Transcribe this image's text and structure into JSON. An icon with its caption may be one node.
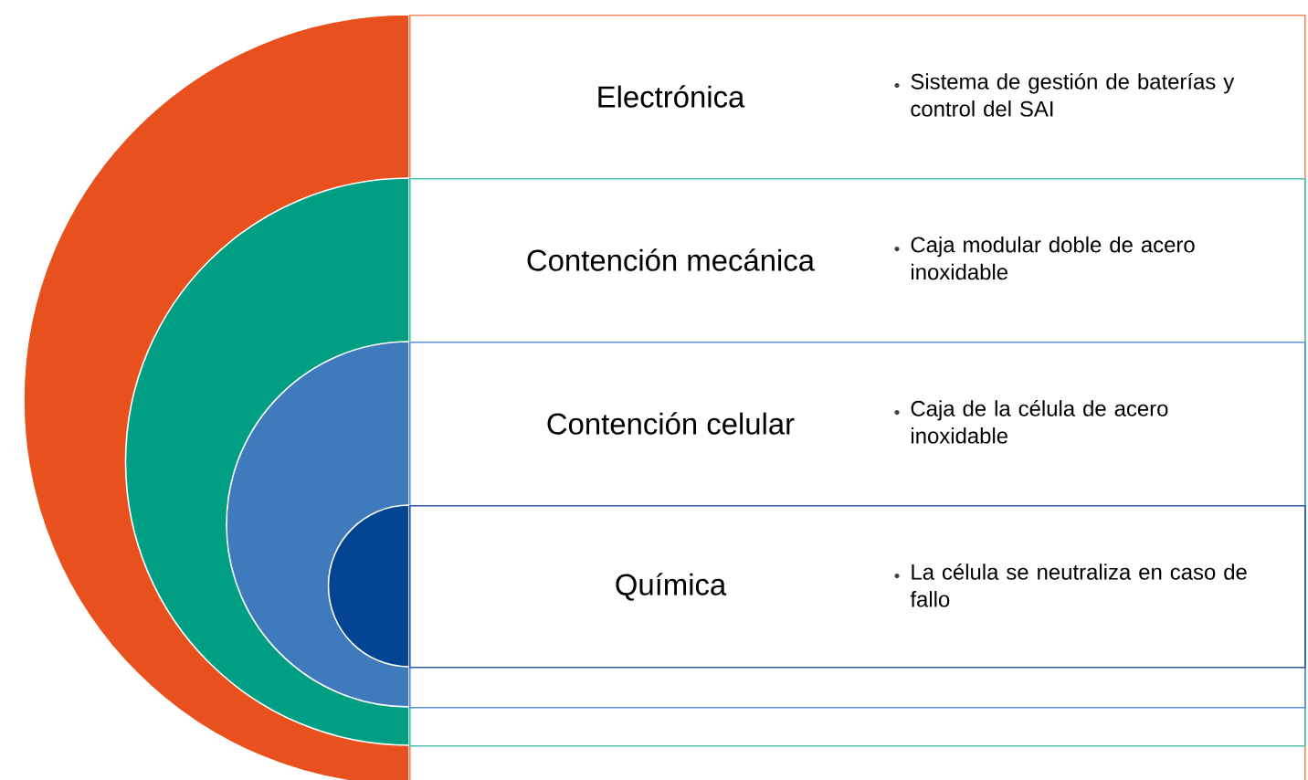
{
  "diagram": {
    "nodes": [
      {
        "text": [
          "Electrónica",
          "Sistema de gestión de baterías y control del SAI"
        ]
      },
      {
        "text": [
          "Contención mecánica",
          "Caja modular doble de acero inoxidable"
        ],
        "in": 0
      },
      {
        "text": [
          "Contención celular",
          "Caja de la célula de acero inoxidable"
        ],
        "in": 1
      },
      {
        "text": [
          "Química",
          "La célula se neutraliza en caso de fallo"
        ],
        "in": 2
      }
    ]
  }
}
